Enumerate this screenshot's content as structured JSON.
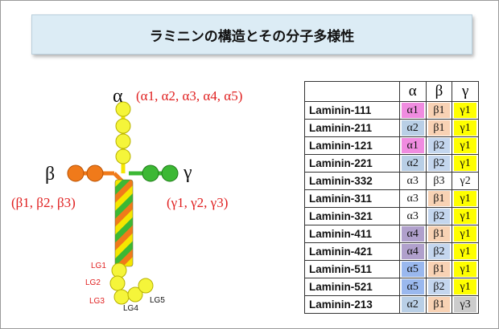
{
  "title": "ラミニンの構造とその分子多様性",
  "colors": {
    "alpha_chain": "#f5e600",
    "beta_chain": "#f07a1a",
    "gamma_chain": "#3cb834",
    "label_red": "#e02020"
  },
  "diagram": {
    "alpha_symbol": "α",
    "alpha_variants": "(α1, α2, α3, α4, α5)",
    "beta_symbol": "β",
    "beta_variants": "(β1, β2, β3)",
    "gamma_symbol": "γ",
    "gamma_variants": "(γ1, γ2, γ3)",
    "lg_labels": [
      "LG1",
      "LG2",
      "LG3",
      "LG4",
      "LG5"
    ]
  },
  "table": {
    "headers": [
      "",
      "α",
      "β",
      "γ"
    ],
    "rows": [
      {
        "name": "Laminin-111",
        "a": "α1",
        "b": "β1",
        "g": "γ1",
        "ac": "#f08ce0",
        "bc": "#f8d2b4",
        "gc": "#ffff00"
      },
      {
        "name": "Laminin-211",
        "a": "α2",
        "b": "β1",
        "g": "γ1",
        "ac": "#b9cfe6",
        "bc": "#f8d2b4",
        "gc": "#ffff00"
      },
      {
        "name": "Laminin-121",
        "a": "α1",
        "b": "β2",
        "g": "γ1",
        "ac": "#f08ce0",
        "bc": "#c4d6ee",
        "gc": "#ffff00"
      },
      {
        "name": "Laminin-221",
        "a": "α2",
        "b": "β2",
        "g": "γ1",
        "ac": "#b9cfe6",
        "bc": "#c4d6ee",
        "gc": "#ffff00"
      },
      {
        "name": "Laminin-332",
        "a": "α3",
        "b": "β3",
        "g": "γ2",
        "ac": "#ffffff",
        "bc": "#ffffff",
        "gc": "#ffffff"
      },
      {
        "name": "Laminin-311",
        "a": "α3",
        "b": "β1",
        "g": "γ1",
        "ac": "#ffffff",
        "bc": "#f8d2b4",
        "gc": "#ffff00"
      },
      {
        "name": "Laminin-321",
        "a": "α3",
        "b": "β2",
        "g": "γ1",
        "ac": "#ffffff",
        "bc": "#c4d6ee",
        "gc": "#ffff00"
      },
      {
        "name": "Laminin-411",
        "a": "α4",
        "b": "β1",
        "g": "γ1",
        "ac": "#b0a0cc",
        "bc": "#f8d2b4",
        "gc": "#ffff00"
      },
      {
        "name": "Laminin-421",
        "a": "α4",
        "b": "β2",
        "g": "γ1",
        "ac": "#b0a0cc",
        "bc": "#c4d6ee",
        "gc": "#ffff00"
      },
      {
        "name": "Laminin-511",
        "a": "α5",
        "b": "β1",
        "g": "γ1",
        "ac": "#9ab8ee",
        "bc": "#f8d2b4",
        "gc": "#ffff00"
      },
      {
        "name": "Laminin-521",
        "a": "α5",
        "b": "β2",
        "g": "γ1",
        "ac": "#9ab8ee",
        "bc": "#c4d6ee",
        "gc": "#ffff00"
      },
      {
        "name": "Laminin-213",
        "a": "α2",
        "b": "β1",
        "g": "γ3",
        "ac": "#b9cfe6",
        "bc": "#f8d2b4",
        "gc": "#cccccc"
      }
    ]
  }
}
